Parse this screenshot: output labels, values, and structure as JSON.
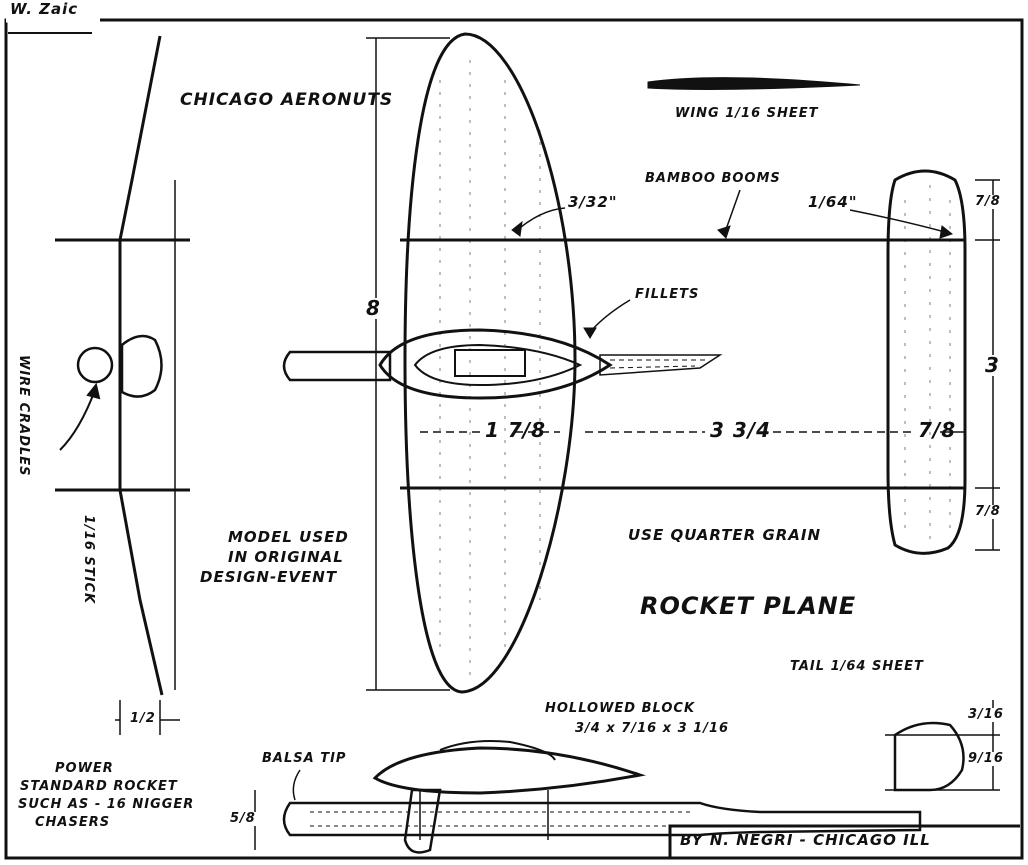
{
  "signature": "W. Zaic",
  "header": "CHICAGO AERONUTS",
  "title": "ROCKET PLANE",
  "credit": "BY N. NEGRI - CHICAGO ILL",
  "notes": {
    "wing_sheet": "WING 1/16 SHEET",
    "bamboo_booms": "BAMBOO BOOMS",
    "fillets": "FILLETS",
    "quarter_grain": "USE QUARTER GRAIN",
    "tail_sheet": "TAIL 1/64 SHEET",
    "model_used": [
      "MODEL USED",
      "IN ORIGINAL",
      "DESIGN-EVENT"
    ],
    "hollowed_block": "HOLLOWED BLOCK",
    "block_dims": "3/4 x 7/16 x 3 1/16",
    "balsa_tip": "BALSA TIP",
    "power": [
      "POWER",
      "STANDARD ROCKET",
      "SUCH AS - 16 NIGGER",
      "CHASERS"
    ],
    "wire_cradles": "WIRE CRADLES",
    "stick": "1/16 STICK"
  },
  "dimensions": {
    "boom_left": "3/32\"",
    "boom_right": "1/64\"",
    "span": "8",
    "wing_chord": "1 7/8",
    "boom_gap": "3 3/4",
    "tail_chord": "7/8",
    "tail_span": "3",
    "tail_top": "7/8",
    "tail_bottom": "7/8",
    "side_width": "1/2",
    "side_tail_top": "3/16",
    "side_tail_bottom": "9/16",
    "side_left": "5/8"
  }
}
